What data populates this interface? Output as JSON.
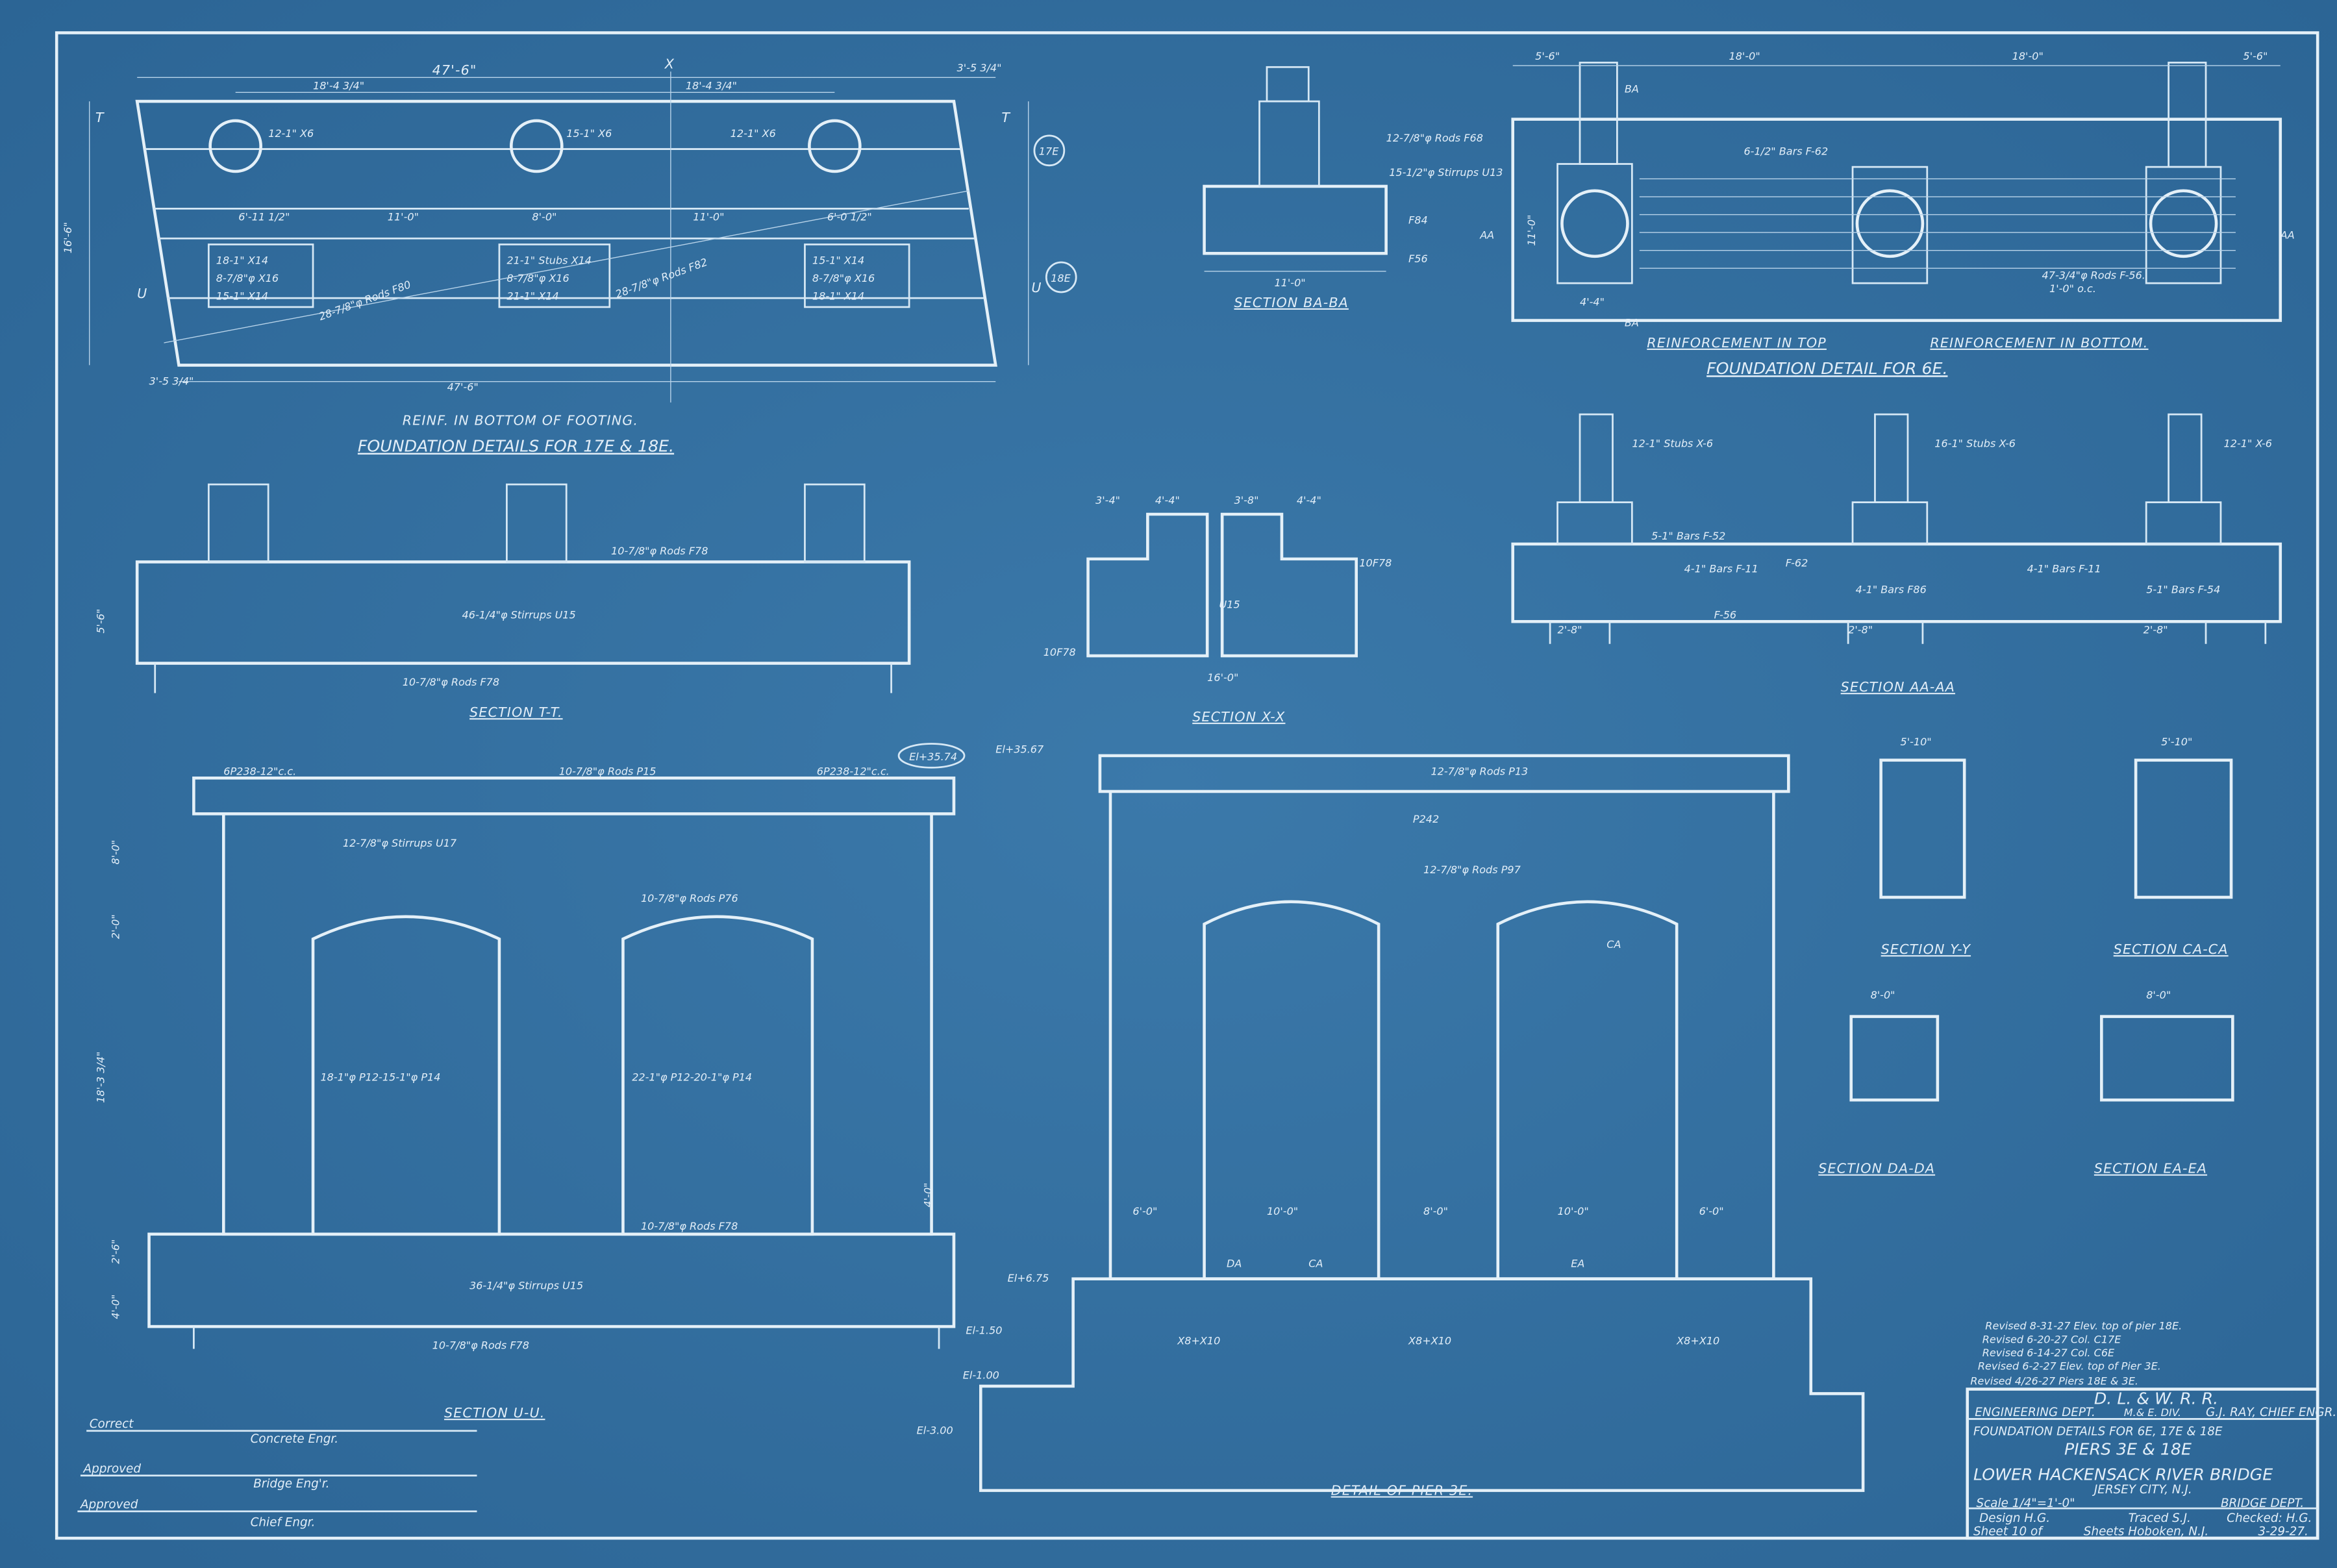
{
  "colors": {
    "paper": "#3874a6",
    "line": "#d6e8f5"
  },
  "plan_17e_18e": {
    "title": "FOUNDATION DETAILS FOR 17E & 18E.",
    "subtitle": "REINF. IN BOTTOM OF FOOTING.",
    "overall": "47'-6\"",
    "span_left": "18'-4 3/4\"",
    "span_right": "18'-4 3/4\"",
    "offset": "3'-5 3/4\"",
    "depth": "16'-6\"",
    "stub_left": "12-1\" X6",
    "stub_center": "15-1\" X6",
    "stub_right": "12-1\" X6",
    "rods_top": "28-7/8\"φ Rods F82",
    "rods_bottom": "28-7/8\"φ Rods F80",
    "dims": [
      "6'-11 1/2\"",
      "11'-0\"",
      "8'-0\"",
      "11'-0\"",
      "6'-0 1/2\""
    ],
    "bars_left": [
      "18-1\" X14",
      "8-7/8\"φ X16",
      "15-1\" X14"
    ],
    "bars_center": [
      "21-1\" Stubs X14",
      "8-7/8\"φ X16",
      "21-1\" X14"
    ],
    "bars_right": [
      "15-1\" X14",
      "8-7/8\"φ X16",
      "18-1\" X14"
    ],
    "section_marks": [
      "T",
      "U",
      "X"
    ],
    "pier_tags": [
      "17E",
      "18E"
    ]
  },
  "section_ba": {
    "title": "SECTION BA-BA",
    "dim": "11'-0\"",
    "notes": [
      "12-7/8\"φ Rods F68",
      "F84",
      "F56",
      "15-1/2\"φ Stirrups U13"
    ]
  },
  "plan_6e": {
    "title": "FOUNDATION DETAIL FOR 6E.",
    "top_label": "REINFORCEMENT IN TOP",
    "bottom_label": "REINFORCEMENT IN BOTTOM.",
    "dims": [
      "5'-6\"",
      "18'-0\"",
      "18'-0\"",
      "5'-6\""
    ],
    "width": "11'-0\"",
    "col": "4'-4\"",
    "notes": [
      "6-1/2\" Bars F-62",
      "47-3/4\"φ Rods F-56.",
      "1'-0\" o.c."
    ],
    "section_marks": [
      "BA",
      "AA"
    ]
  },
  "section_tt": {
    "title": "SECTION T-T.",
    "notes": [
      "10-7/8\"φ Rods F78",
      "46-1/4\"φ Stirrups U15",
      "10-7/8\"φ Rods F78"
    ],
    "dim": "5'-6\""
  },
  "section_mid": {
    "dims": [
      "3'-4\"",
      "4'-4\"",
      "3'-8\"",
      "4'-4\"",
      "16'-0\""
    ],
    "notes": [
      "10F78",
      "U15",
      "10F78"
    ]
  },
  "section_aa": {
    "title": "SECTION AA-AA",
    "notes": [
      "12-1\" Stubs X-6",
      "16-1\" Stubs X-6",
      "12-1\" X-6",
      "5-1\" Bars F-52",
      "4-1\" Bars F-11",
      "F-62",
      "4-1\" Bars F-11",
      "5-1\" Bars F-54",
      "4-1\" Bars F86",
      "F-56"
    ],
    "dims": [
      "2'-8\"",
      "2'-8\"",
      "2'-8\""
    ]
  },
  "section_uu": {
    "title": "SECTION U-U.",
    "elev": "El+35.74",
    "notes": [
      "6P238-12\"c.c.",
      "6P238-12\"c.c.",
      "10-7/8\"φ Rods P15",
      "12-7/8\"φ Stirrups U17",
      "10-7/8\"φ Rods P76",
      "18-1\"φ P12-15-1\"φ P14",
      "22-1\"φ P12-20-1\"φ P14",
      "10-7/8\"φ Rods F78",
      "36-1/4\"φ Stirrups U15",
      "10-7/8\"φ Rods F78"
    ],
    "dims": [
      "8'-0\"",
      "2'-0\"",
      "18'-3 3/4\"",
      "4'-0\"",
      "2'-6\"",
      "4'-0\""
    ]
  },
  "detail_pier_3e": {
    "title": "DETAIL OF PIER 3E.",
    "section_title": "SECTION X-X",
    "elevs": [
      "El+35.67",
      "El+6.75",
      "El-1.50",
      "El-1.00",
      "El-3.00"
    ],
    "dims": [
      "6'-0\"",
      "10'-0\"",
      "8'-0\"",
      "10'-0\"",
      "6'-0\""
    ],
    "notes": [
      "12-7/8\"φ Rods P13",
      "P242",
      "12-7/8\"φ Rods P97",
      "X8+X10",
      "X8+X10",
      "X8+X10"
    ],
    "marks": [
      "DA",
      "CA",
      "EA",
      "CA"
    ]
  },
  "small_sections": [
    {
      "title": "SECTION Y-Y",
      "dim": "5'-10\""
    },
    {
      "title": "SECTION CA-CA",
      "dim": "5'-10\""
    },
    {
      "title": "SECTION DA-DA",
      "dim": "8'-0\""
    },
    {
      "title": "SECTION EA-EA",
      "dim": "8'-0\""
    }
  ],
  "approvals": [
    {
      "label": "Correct",
      "role": "Concrete Engr."
    },
    {
      "label": "Approved",
      "role": "Bridge Eng'r."
    },
    {
      "label": "Approved",
      "role": "Chief Engr."
    }
  ],
  "revisions": [
    "Revised 8-31-27 Elev. top of pier 18E.",
    "Revised 6-20-27 Col. C17E",
    "Revised 6-14-27 Col. C6E",
    "Revised 6-2-27 Elev. top of Pier 3E.",
    "Revised 4/26-27 Piers 18E & 3E."
  ],
  "title_block": {
    "company": "D. L. & W. R. R.",
    "division": "M.& E. DIV.",
    "dept": "ENGINEERING DEPT.",
    "chief": "G.J. RAY, CHIEF ENGR.",
    "title1": "FOUNDATION DETAILS FOR 6E, 17E & 18E",
    "title2": "PIERS 3E & 18E",
    "project": "LOWER HACKENSACK RIVER BRIDGE",
    "location": "JERSEY CITY, N.J.",
    "scale": "Scale 1/4\"=1'-0\"",
    "bridge_dept": "BRIDGE DEPT.",
    "design": "Design H.G.",
    "traced": "Traced S.J.",
    "checked": "Checked: H.G.",
    "sheet": "Sheet 10 of",
    "sheets": "Sheets Hoboken, N.J.",
    "date": "3-29-27."
  }
}
